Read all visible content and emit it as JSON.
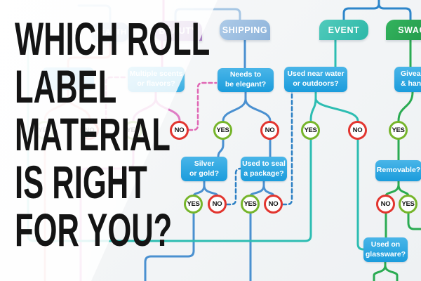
{
  "title": {
    "lines": [
      "WHICH ROLL",
      "LABEL",
      "MATERIAL",
      "IS RIGHT",
      "FOR YOU?"
    ]
  },
  "categories": {
    "health": "HEALTH",
    "beauty": "BEAUTY",
    "shipping": "SHIPPING",
    "event": "EVENT",
    "swag": "SWAG"
  },
  "questions": {
    "multiple_scents": {
      "line1": "Multiple scents",
      "line2": "or flavors?"
    },
    "elegant": {
      "line1": "Needs to",
      "line2": "be elegant?"
    },
    "water": {
      "line1": "Used near water",
      "line2": "or outdoors?"
    },
    "giveaway": {
      "line1": "Givea",
      "line2": "& han"
    },
    "silver": {
      "line1": "Silver",
      "line2": "or gold?"
    },
    "package": {
      "line1": "Used to seal",
      "line2": "a package?"
    },
    "removable": {
      "line1": "Removable?"
    },
    "glassware": {
      "line1": "Used on",
      "line2": "glassware?"
    }
  },
  "answers": {
    "yes": "YES",
    "no": "NO"
  },
  "colors": {
    "question_blue": "#1b9cdc",
    "shipping_blue": "#8db3da",
    "event_teal": "#2cb7a7",
    "swag_green": "#219647",
    "beauty_purple": "#a87fc0",
    "yes_green": "#76b52b",
    "no_red": "#e2352f",
    "line_blue": "#4a90d0",
    "line_teal": "#2dbdb2",
    "line_green": "#2aab52",
    "line_pink": "#df7dc5",
    "line_red": "#ed8b8b"
  }
}
